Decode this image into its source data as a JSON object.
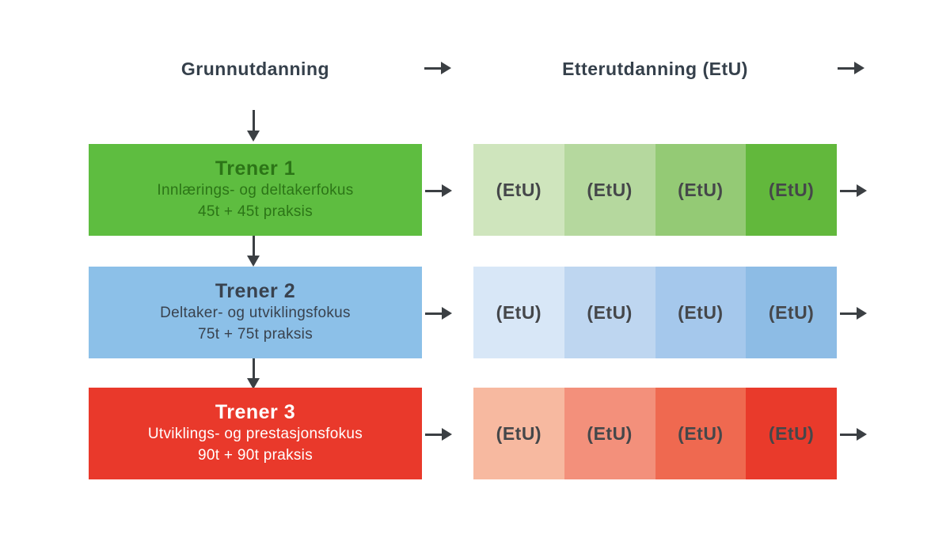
{
  "header": {
    "left_title": "Grunnutdanning",
    "right_title": "Etterutdanning (EtU)"
  },
  "colors": {
    "arrow": "#3b3f43",
    "heading_text": "#35404b",
    "etu_segment_text": "#45474a"
  },
  "rows": [
    {
      "title": "Trener 1",
      "focus_line": "Innlærings- og deltakerfokus",
      "hours_line": "45t + 45t praksis",
      "box_bg": "#5ebd40",
      "box_text_color": "#2c7517",
      "etu_label": "(EtU)",
      "segment_colors": [
        "#cfe5bd",
        "#b5d89e",
        "#94ca75",
        "#62b83c"
      ]
    },
    {
      "title": "Trener 2",
      "focus_line": "Deltaker- og utviklingsfokus",
      "hours_line": "75t + 75t praksis",
      "box_bg": "#8cc0e8",
      "box_text_color": "#39424e",
      "etu_label": "(EtU)",
      "segment_colors": [
        "#d8e7f7",
        "#bed6f0",
        "#a5c8ec",
        "#8dbce5"
      ]
    },
    {
      "title": "Trener 3",
      "focus_line": "Utviklings- og prestasjonsfokus",
      "hours_line": "90t + 90t praksis",
      "box_bg": "#e9392b",
      "box_text_color": "#ffffff",
      "etu_label": "(EtU)",
      "segment_colors": [
        "#f7b9a0",
        "#f3907b",
        "#ef6950",
        "#e93a2b"
      ]
    }
  ]
}
